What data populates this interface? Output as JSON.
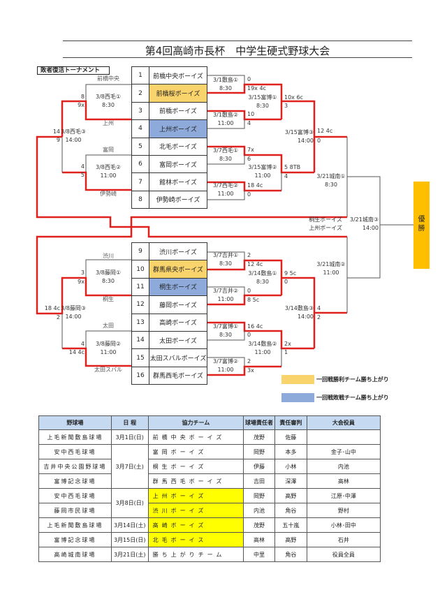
{
  "title": "第4回高崎市長杯　中学生硬式野球大会",
  "loser_bracket_label": "敗者復活トーナメント",
  "teams": [
    {
      "seed": "1",
      "name": "前橋中央ボーイズ"
    },
    {
      "seed": "2",
      "name": "前橋桜ボーイズ",
      "color": "#f9d36b"
    },
    {
      "seed": "3",
      "name": "前橋ボーイズ"
    },
    {
      "seed": "4",
      "name": "上州ボーイズ",
      "color": "#8eaadb"
    },
    {
      "seed": "5",
      "name": "北毛ボーイズ"
    },
    {
      "seed": "6",
      "name": "富岡ボーイズ"
    },
    {
      "seed": "7",
      "name": "館林ボーイズ"
    },
    {
      "seed": "8",
      "name": "伊勢崎ボーイズ"
    },
    {
      "seed": "9",
      "name": "渋川ボーイズ"
    },
    {
      "seed": "10",
      "name": "群馬県央ボーイズ",
      "color": "#f9d36b"
    },
    {
      "seed": "11",
      "name": "桐生ボーイズ",
      "color": "#8eaadb"
    },
    {
      "seed": "12",
      "name": "藤岡ボーイズ"
    },
    {
      "seed": "13",
      "name": "高崎ボーイズ"
    },
    {
      "seed": "14",
      "name": "太田ボーイズ"
    },
    {
      "seed": "15",
      "name": "太田スバルボーイズ"
    },
    {
      "seed": "16",
      "name": "群馬西毛ボーイズ"
    }
  ],
  "matches": [
    {
      "date": "3/1敷島①",
      "time": "8:30",
      "scores": [
        "0",
        "19x 4c"
      ]
    },
    {
      "date": "3/1敷島②",
      "time": "11:00",
      "scores": [
        "10",
        "4"
      ]
    },
    {
      "date": "3/7西毛①",
      "time": "8:30",
      "scores": [
        "7x",
        "6"
      ]
    },
    {
      "date": "3/7西毛②",
      "time": "11:00",
      "scores": [
        "18 4c",
        "0"
      ]
    },
    {
      "date": "3/15富博①",
      "time": "8:30",
      "scores": [
        "10x 6c",
        "3"
      ]
    },
    {
      "date": "3/15富博②",
      "time": "11:00",
      "scores": [
        "5 8TB",
        "4"
      ]
    },
    {
      "date": "3/15富博③",
      "time": "14:00",
      "scores": [
        "12 4c",
        "0"
      ]
    },
    {
      "date": "3/21城南①",
      "time": "8:30",
      "scores": []
    },
    {
      "date": "3/7吉井①",
      "time": "8:30",
      "scores": [
        "2",
        "12 4c"
      ]
    },
    {
      "date": "3/7吉井②",
      "time": "11:00",
      "scores": [
        "0",
        "8 5c"
      ]
    },
    {
      "date": "3/7富博①",
      "time": "8:30",
      "scores": [
        "16 4c",
        "0"
      ]
    },
    {
      "date": "3/7富博②",
      "time": "11:00",
      "scores": [
        "2",
        "3x"
      ]
    },
    {
      "date": "3/14敷島①",
      "time": "8:30",
      "scores": [
        "9 5c",
        "0"
      ]
    },
    {
      "date": "3/14敷島②",
      "time": "11:00",
      "scores": [
        "2x",
        "1"
      ]
    },
    {
      "date": "3/14敷島③",
      "time": "14:00",
      "scores": [
        "4",
        "2"
      ]
    },
    {
      "date": "3/21城南②",
      "time": "11:00",
      "scores": []
    },
    {
      "date": "3/21城南③",
      "time": "14:00",
      "scores": []
    },
    {
      "date": "3/8西毛①",
      "time": "8:30",
      "scores": [
        "8",
        "9x"
      ]
    },
    {
      "date": "3/8西毛②",
      "time": "11:00",
      "scores": [
        "4",
        "5"
      ]
    },
    {
      "date": "3/8西毛③",
      "time": "14:00",
      "scores": [
        "14",
        "9"
      ]
    },
    {
      "date": "3/8藤岡①",
      "time": "8:30",
      "scores": [
        "3",
        "9x"
      ]
    },
    {
      "date": "3/8藤岡②",
      "time": "11:00",
      "scores": [
        "4",
        "14 4c"
      ]
    },
    {
      "date": "3/8藤岡③",
      "time": "14:00",
      "scores": [
        "18 4c",
        "2"
      ]
    }
  ],
  "loser_side_labels": [
    "前橋中央",
    "上州",
    "富岡",
    "伊勢崎",
    "渋川",
    "桐生",
    "太田",
    "太田スバル"
  ],
  "finalists": [
    "桐生ボーイズ",
    "上州ボーイズ"
  ],
  "champion_label": [
    "優",
    "勝"
  ],
  "legend": [
    {
      "label": "一回戦勝利チーム勝ち上がり",
      "color": "#f9d36b"
    },
    {
      "label": "一回戦敗戦チーム勝ち上がり",
      "color": "#8eaadb"
    }
  ],
  "schedule": {
    "headers": [
      "野球場",
      "日 程",
      "協力チーム",
      "球場責任者",
      "責任審判",
      "大会役員"
    ],
    "rows": [
      {
        "venue": "上毛新聞敷島球場",
        "date": "3月1日(日)",
        "team": "前橋中央ボーイズ",
        "manager": "茂野",
        "umpire": "佐藤",
        "officials": ""
      },
      {
        "venue": "安中西毛球場",
        "date": "3月7日(土)",
        "team": "富岡ボーイズ",
        "manager": "岡野",
        "umpire": "本多",
        "officials": "金子･山中"
      },
      {
        "venue": "吉井中央公園野球場",
        "team": "桐生ボーイズ",
        "manager": "伊藤",
        "umpire": "小林",
        "officials": "内池"
      },
      {
        "venue": "富博記念球場",
        "team": "群馬西毛ボーイズ",
        "manager": "吉田",
        "umpire": "深澤",
        "officials": "高林"
      },
      {
        "venue": "安中西毛球場",
        "date": "3月8日(日)",
        "team": "上州ボーイズ",
        "manager": "岡野",
        "umpire": "高野",
        "officials": "江原･中澤",
        "highlight": true
      },
      {
        "venue": "藤岡市民球場",
        "team": "渋川ボーイズ",
        "manager": "内池",
        "umpire": "角谷",
        "officials": "野村",
        "highlight": true
      },
      {
        "venue": "上毛新聞敷島球場",
        "date": "3月14日(土)",
        "team": "高崎ボーイズ",
        "manager": "茂野",
        "umpire": "五十嵐",
        "officials": "小林･田中",
        "highlight": true
      },
      {
        "venue": "富博記念球場",
        "date": "3月15日(日)",
        "team": "北毛ボーイス",
        "manager": "高林",
        "umpire": "高野",
        "officials": "石井",
        "highlight": true
      },
      {
        "venue": "高崎城南球場",
        "date": "3月21日(土)",
        "team": "勝ち上がりチーム",
        "manager": "中里",
        "umpire": "角谷",
        "officials": "役員全員"
      }
    ]
  }
}
